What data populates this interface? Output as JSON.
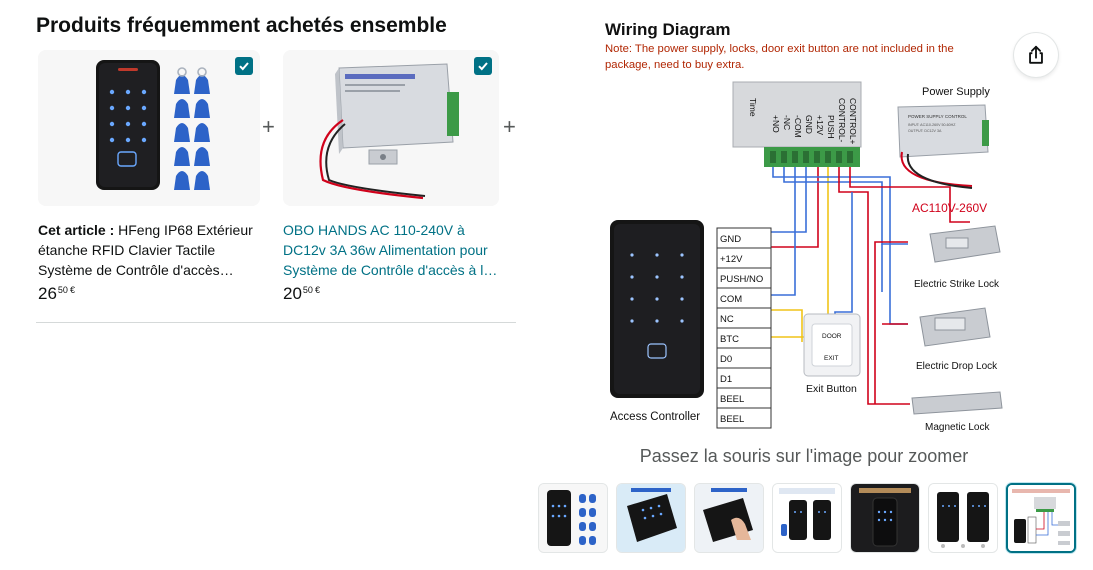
{
  "fbt": {
    "title": "Produits fréquemment achetés ensemble",
    "products": [
      {
        "lead": "Cet article : ",
        "title": "HFeng IP68 Extérieur étanche RFID Clavier Tactile Système de Contrôle d'accès…",
        "price_whole": "26",
        "price_fraction": "50",
        "price_currency": "€",
        "checked": true
      },
      {
        "lead": "",
        "title": "OBO HANDS AC 110-240V à DC12v 3A 36w Alimentation pour Système de Contrôle d'accès à l…",
        "price_whole": "20",
        "price_fraction": "50",
        "price_currency": "€",
        "checked": true
      }
    ],
    "plus_symbol": "+"
  },
  "gallery": {
    "zoom_hint": "Passez la souris sur l'image pour zoomer",
    "thumbnail_count": 7,
    "selected_thumbnail": 7,
    "share_icon": "share-icon"
  },
  "wiring": {
    "title": "Wiring Diagram",
    "note_line1": "Note: The power supply, locks, door exit button are not included in the",
    "note_line2": "package, need to buy extra.",
    "power_supply_label": "Power Supply",
    "ac_label": "AC110V-260V",
    "terminals": [
      "Time",
      "+NO",
      "-NC",
      "-COM",
      "GND",
      "+12V",
      "PUSH",
      "CONTROL-",
      "CONTROL+"
    ],
    "controller_pins": [
      "GND",
      "+12V",
      "PUSH/NO",
      "COM",
      "NC",
      "BTC",
      "D0",
      "D1",
      "BEEL",
      "BEEL"
    ],
    "access_controller_label": "Access Controller",
    "exit_button_label": "Exit Button",
    "exit_button_text_1": "DOOR",
    "exit_button_text_2": "EXIT",
    "lock_labels": [
      "Electric Strike Lock",
      "Electric Drop Lock",
      "Magnetic Lock"
    ],
    "psu_box_title": "POWER SUPPLY CONTROL",
    "psu_box_line1": "INPUT: AC110-260V 50-60HZ",
    "psu_box_line2": "OUTPUT: DC12V 3A"
  },
  "colors": {
    "accent": "#007185",
    "link": "#007185",
    "text": "#0f1111",
    "muted": "#565959",
    "note_red": "#b12704",
    "wire_red": "#d0021b",
    "wire_blue": "#3a6fd8",
    "wire_yellow": "#f0c419",
    "terminal_green": "#3c9a47"
  }
}
